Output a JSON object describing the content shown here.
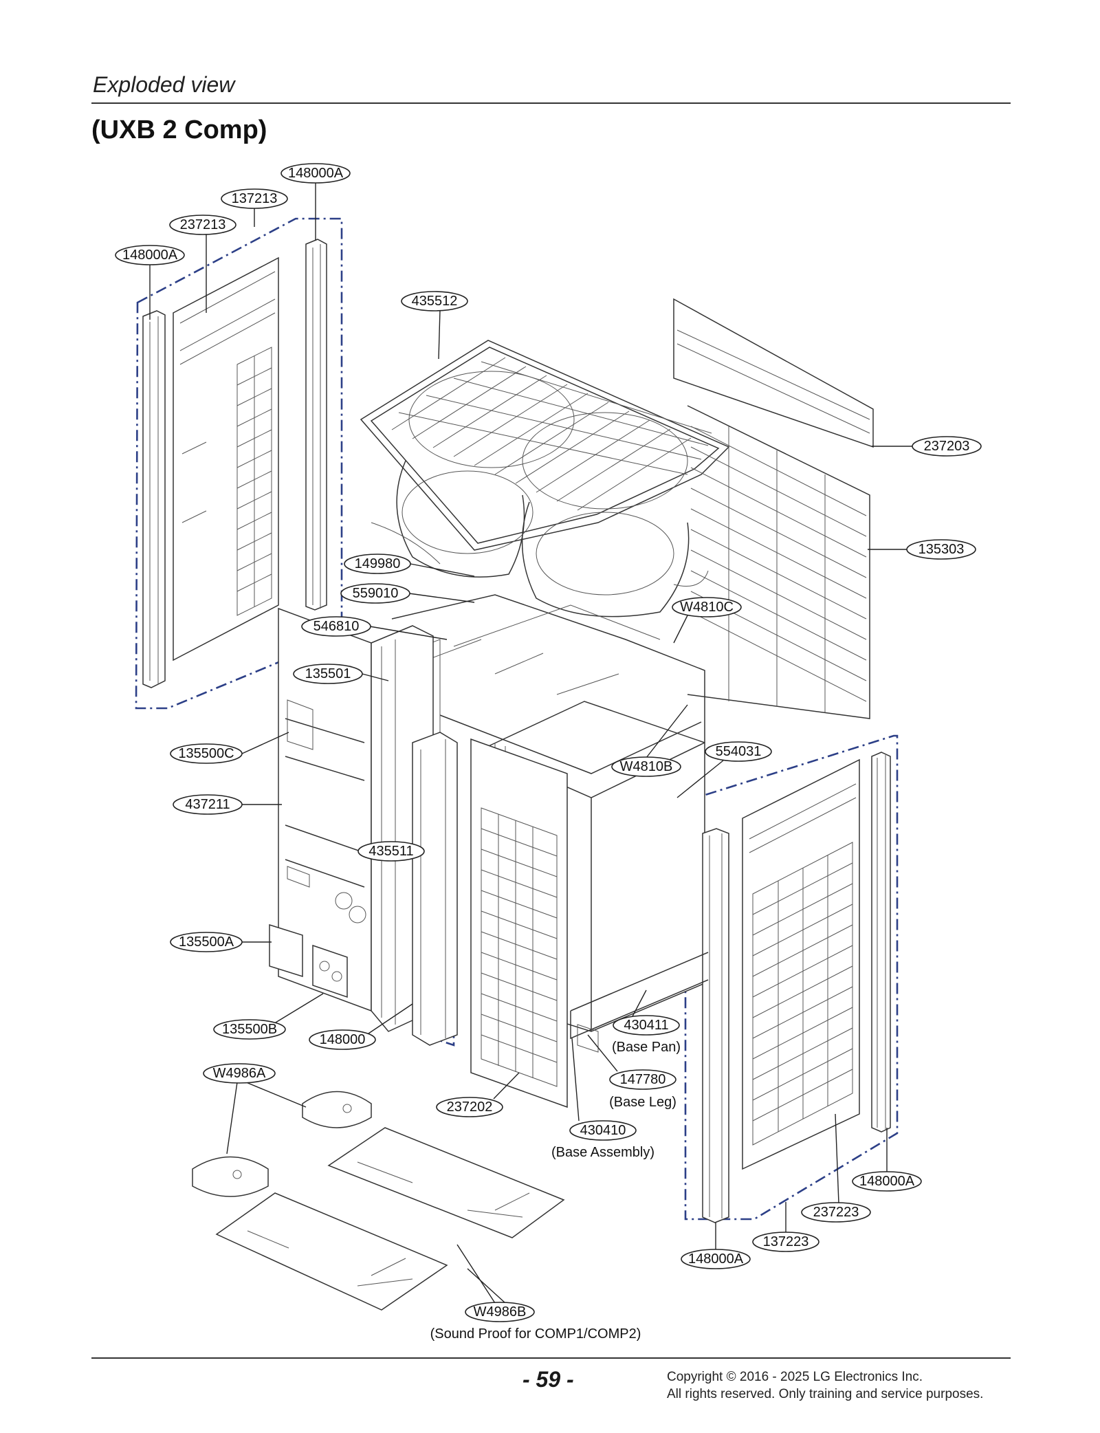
{
  "header": {
    "section_title": "Exploded view",
    "heading": "(UXB 2 Comp)"
  },
  "callouts": [
    {
      "id": "c1",
      "label": "148000A"
    },
    {
      "id": "c2",
      "label": "137213"
    },
    {
      "id": "c3",
      "label": "237213"
    },
    {
      "id": "c4",
      "label": "148000A"
    },
    {
      "id": "c5",
      "label": "435512"
    },
    {
      "id": "c6",
      "label": "237203"
    },
    {
      "id": "c7",
      "label": "135303"
    },
    {
      "id": "c8",
      "label": "149980"
    },
    {
      "id": "c9",
      "label": "559010"
    },
    {
      "id": "c10",
      "label": "W4810C"
    },
    {
      "id": "c11",
      "label": "546810"
    },
    {
      "id": "c12",
      "label": "135501"
    },
    {
      "id": "c13",
      "label": "135500C"
    },
    {
      "id": "c14",
      "label": "W4810B"
    },
    {
      "id": "c15",
      "label": "554031"
    },
    {
      "id": "c16",
      "label": "437211"
    },
    {
      "id": "c17",
      "label": "435511"
    },
    {
      "id": "c18",
      "label": "135500A"
    },
    {
      "id": "c19",
      "label": "430411"
    },
    {
      "id": "c20",
      "label": "135500B"
    },
    {
      "id": "c21",
      "label": "148000"
    },
    {
      "id": "c22",
      "label": "147780"
    },
    {
      "id": "c23",
      "label": "W4986A"
    },
    {
      "id": "c24",
      "label": "237202"
    },
    {
      "id": "c25",
      "label": "430410"
    },
    {
      "id": "c26",
      "label": "148000A"
    },
    {
      "id": "c27",
      "label": "237223"
    },
    {
      "id": "c28",
      "label": "137223"
    },
    {
      "id": "c29",
      "label": "148000A"
    },
    {
      "id": "c30",
      "label": "W4986B"
    }
  ],
  "notes": {
    "base_pan": "(Base Pan)",
    "base_leg": "(Base Leg)",
    "base_assembly": "(Base Assembly)",
    "sound_proof": "(Sound Proof for COMP1/COMP2)"
  },
  "footer": {
    "page_number": "- 59 -",
    "copyright_line1": "Copyright © 2016 - 2025 LG Electronics Inc.",
    "copyright_line2": "All rights reserved. Only training and service purposes."
  }
}
